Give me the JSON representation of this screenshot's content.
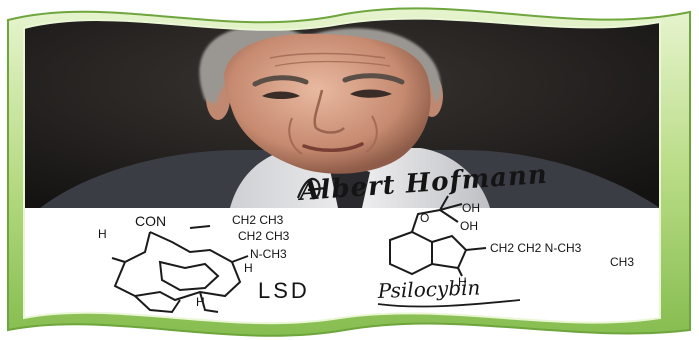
{
  "photo": {
    "subject": "portrait of an elderly man",
    "signature": "Albert Hofmann"
  },
  "structures": {
    "lsd": {
      "groups": [
        "CON",
        "CH2 CH3",
        "CH2 CH3",
        "N-CH3",
        "H",
        "H",
        "H"
      ],
      "name": "LSD"
    },
    "psilocybin": {
      "groups": [
        "O",
        "OH",
        "OH",
        "CH2 CH2 N-CH3",
        "CH3",
        "H"
      ],
      "name": "Psilocybin"
    }
  },
  "colors": {
    "frame_light": "#d7ecb0",
    "frame_dark": "#8fc45a",
    "photo_bg": "#2a2826",
    "paper": "#ffffff",
    "ink": "#1b1b1b"
  }
}
